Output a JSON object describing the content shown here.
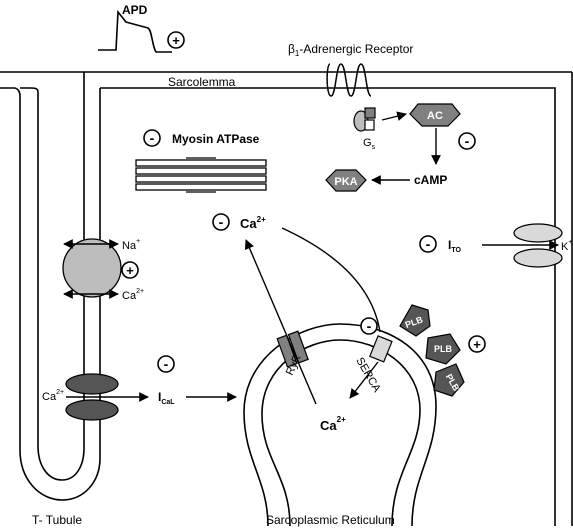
{
  "labels": {
    "apd": "APD",
    "beta_prefix": "β",
    "beta_sub": "1",
    "beta_rest": "-Adrenergic Receptor",
    "sarcolemma": "Sarcolemma",
    "myosin": "Myosin ATPase",
    "ac": "AC",
    "gs": "G",
    "gs_sub": "s",
    "camp": "cAMP",
    "pka": "PKA",
    "ca_top": "Ca",
    "ca_top_sup": "2+",
    "ca_lower": "Ca",
    "ca_lower_sup": "2+",
    "ca_left": "Ca",
    "ca_left_sup": "2+",
    "na": "Na",
    "na_sup": "+",
    "ca_exchanger": "Ca",
    "ca_exchanger_sup": "2+",
    "ito_main": "I",
    "ito_sub": "TO",
    "k": "K",
    "k_sup": "+",
    "ical_main": "I",
    "ical_sub": "CaL",
    "ryr": "RyR",
    "serca": "SERCA",
    "plb": "PLB",
    "t_tubule": "T- Tubule",
    "sr": "Sarcoplasmic Reticulum"
  },
  "signs": {
    "plus": "+",
    "minus": "-"
  },
  "colors": {
    "dark_gray": "#555555",
    "mid_gray": "#808080",
    "light_gray": "#bdbdbd",
    "outline": "#000000"
  }
}
